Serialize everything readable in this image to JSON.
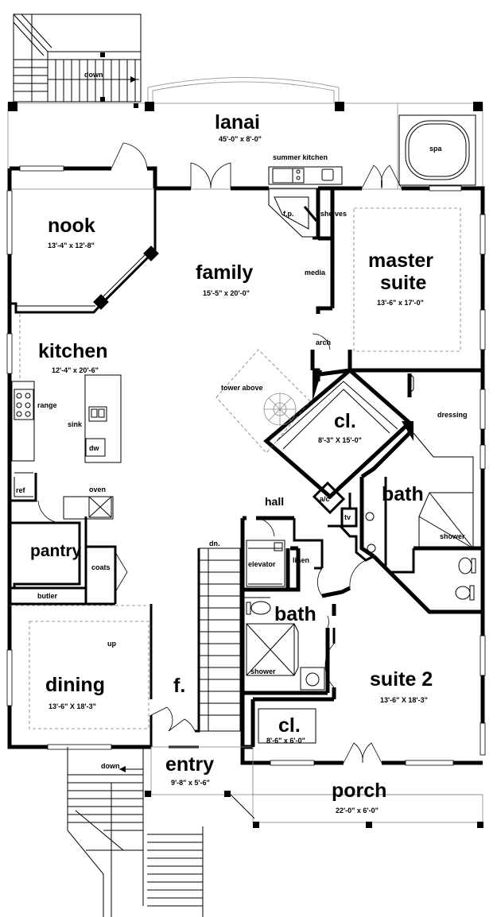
{
  "rooms": {
    "lanai": {
      "name": "lanai",
      "dims": "45'-0\" x 8'-0\""
    },
    "nook": {
      "name": "nook",
      "dims": "13'-4\" x 12'-8\""
    },
    "family": {
      "name": "family",
      "dims": "15'-5\" x 20'-0\""
    },
    "master": {
      "name1": "master",
      "name2": "suite",
      "dims": "13'-6\" x 17'-0\""
    },
    "kitchen": {
      "name": "kitchen",
      "dims": "12'-4\" x 20'-6\""
    },
    "closet1": {
      "name": "cl.",
      "dims": "8'-3\" X 15'-0\""
    },
    "bath1": {
      "name": "bath"
    },
    "pantry": {
      "name": "pantry"
    },
    "bath2": {
      "name": "bath"
    },
    "dining": {
      "name": "dining",
      "dims": "13'-6\" X 18'-3\""
    },
    "suite2": {
      "name": "suite 2",
      "dims": "13'-6\" X 18'-3\""
    },
    "closet2": {
      "name": "cl.",
      "dims": "8'-6\" x 6'-0\""
    },
    "entry": {
      "name": "entry",
      "dims": "9'-8\" x 5'-6\""
    },
    "porch": {
      "name": "porch",
      "dims": "22'-0\" x 6'-0\""
    },
    "foyer": {
      "name": "f."
    },
    "hall": {
      "name": "hall"
    }
  },
  "labels": {
    "down_top": "down",
    "down_bottom": "down",
    "summer_kitchen": "summer kitchen",
    "spa": "spa",
    "fp": "f.p.",
    "shelves": "shelves",
    "media": "media",
    "arch": "arch",
    "tower_above": "tower above",
    "dressing": "dressing",
    "range": "range",
    "sink": "sink",
    "dw": "dw",
    "ref": "ref",
    "oven": "oven",
    "ac": "a/c",
    "tv": "tv",
    "shower1": "shower",
    "shower2": "shower",
    "coats": "coats",
    "butler": "butler",
    "elevator": "elevator",
    "linen": "linen",
    "dn": "dn.",
    "up": "up"
  }
}
